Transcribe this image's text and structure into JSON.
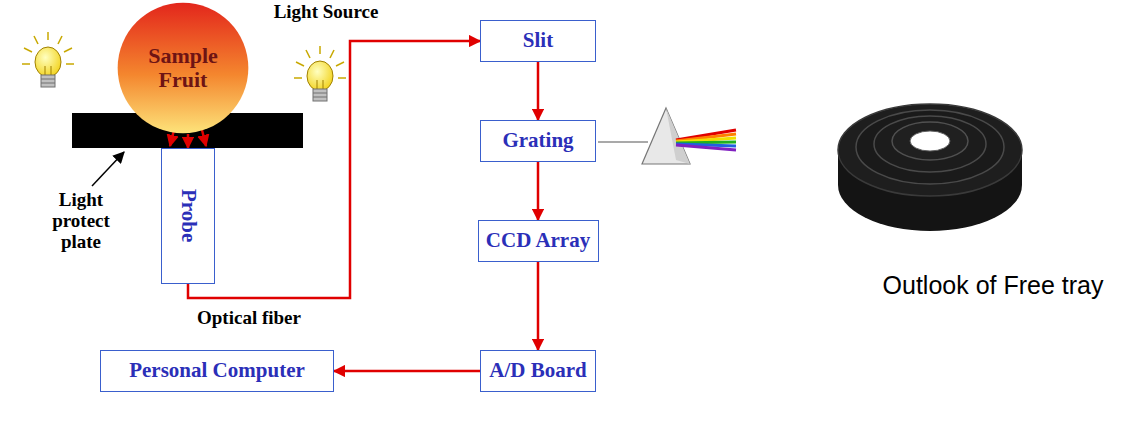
{
  "diagram": {
    "nodes": [
      {
        "text": [
          "Sample Fruit"
        ]
      },
      {
        "text": [
          "Probe"
        ]
      },
      {
        "text": [
          "Slit"
        ]
      },
      {
        "text": [
          "Grating"
        ]
      },
      {
        "text": [
          "CCD Array"
        ]
      },
      {
        "text": [
          "A/D Board"
        ]
      },
      {
        "text": [
          "Personal Computer"
        ]
      }
    ],
    "edges": [
      {
        "from": 0,
        "to": 1,
        "arrow": "to"
      },
      {
        "from": 1,
        "to": 2,
        "arrow": "to"
      },
      {
        "from": 2,
        "to": 3,
        "arrow": "to"
      },
      {
        "from": 3,
        "to": 4,
        "arrow": "to"
      },
      {
        "from": 4,
        "to": 5,
        "arrow": "to"
      },
      {
        "from": 5,
        "to": 6,
        "arrow": "to"
      }
    ],
    "labels": [
      "Light Source",
      "Light protect plate",
      "Optical fiber",
      "Outlook of Free tray"
    ]
  }
}
